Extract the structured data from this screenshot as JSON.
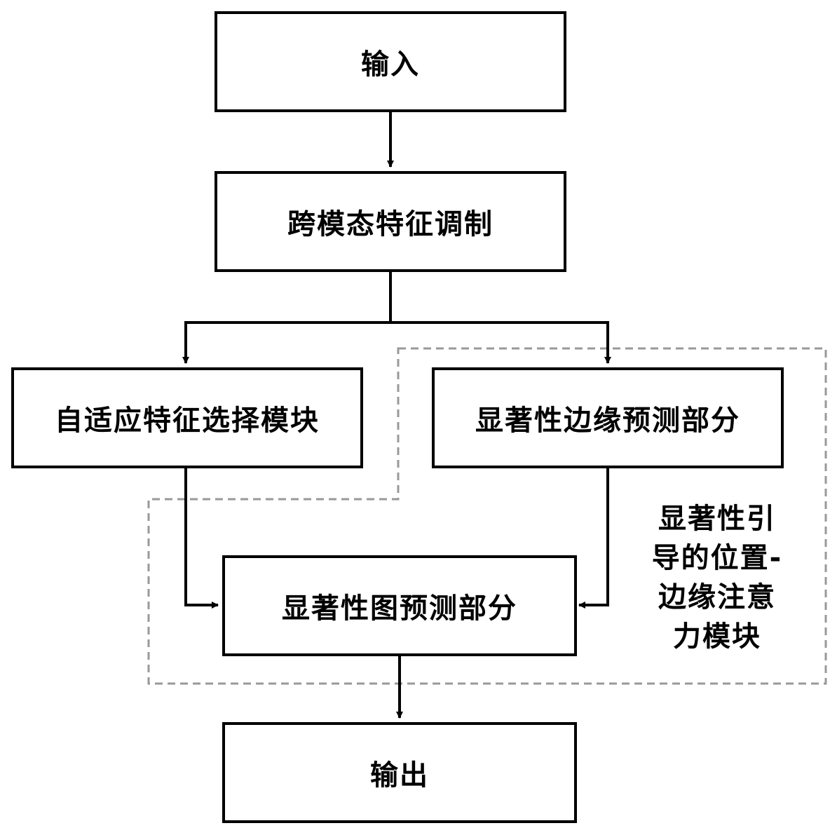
{
  "nodes": {
    "input": "输入",
    "modulation": "跨模态特征调制",
    "adaptive_selection": "自适应特征选择模块",
    "edge_prediction": "显著性边缘预测部分",
    "map_prediction": "显著性图预测部分",
    "output": "输出"
  },
  "group": {
    "label_lines": [
      "显著性引",
      "导的位置-",
      "边缘注意",
      "力模块"
    ]
  },
  "colors": {
    "stroke": "#000000",
    "dashed_group": "#999999",
    "background": "#ffffff"
  }
}
